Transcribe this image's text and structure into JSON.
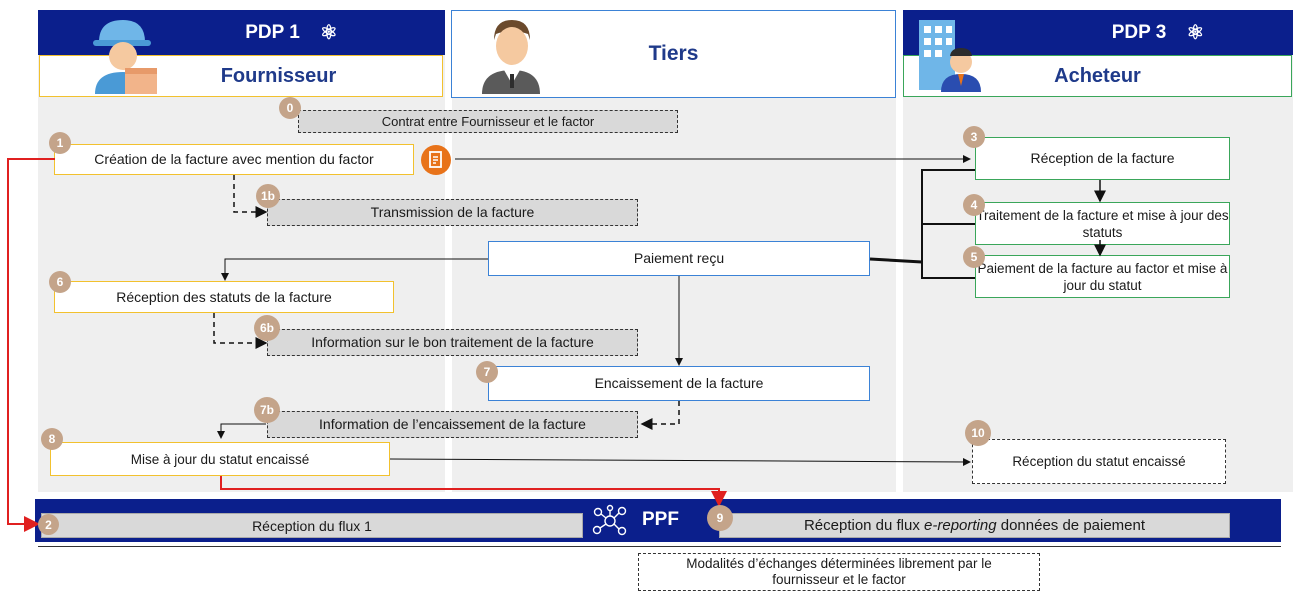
{
  "columns": {
    "left": {
      "header": "PDP 1",
      "role": "Fournisseur"
    },
    "middle": {
      "role": "Tiers"
    },
    "right": {
      "header": "PDP 3",
      "role": "Acheteur"
    }
  },
  "steps": {
    "s0": {
      "num": "0",
      "text": "Contrat entre Fournisseur et le factor"
    },
    "s1": {
      "num": "1",
      "text": "Création de la facture avec mention du factor"
    },
    "s1b": {
      "num": "1b",
      "text": "Transmission de la facture"
    },
    "s3": {
      "num": "3",
      "text": "Réception de la facture"
    },
    "s4": {
      "num": "4",
      "text": "Traitement de la facture et mise à jour des statuts"
    },
    "s5": {
      "num": "5",
      "text": "Paiement de la facture au factor et mise à jour du statut"
    },
    "pay": {
      "text": "Paiement reçu"
    },
    "s6": {
      "num": "6",
      "text": "Réception des statuts de la facture"
    },
    "s6b": {
      "num": "6b",
      "text": "Information sur le bon traitement de la facture"
    },
    "s7": {
      "num": "7",
      "text": "Encaissement de la facture"
    },
    "s7b": {
      "num": "7b",
      "text": "Information de l’encaissement de la facture"
    },
    "s8": {
      "num": "8",
      "text": "Mise à jour du statut encaissé"
    },
    "s10": {
      "num": "10",
      "text": "Réception du statut encaissé"
    },
    "s2": {
      "num": "2",
      "text": "Réception du flux 1"
    },
    "s9": {
      "num": "9",
      "text_before": "Réception du flux ",
      "text_em": "e-reporting",
      "text_after": " données de paiement"
    }
  },
  "ppf": {
    "label": "PPF"
  },
  "note": {
    "text": "Modalités d’échanges déterminées librement par le fournisseur et le factor"
  },
  "colors": {
    "navy": "#0b1f8c",
    "step_badge": "#c4a48a",
    "red_flow": "#e02020",
    "doc_icon": "#e8731a"
  },
  "icons": [
    "atom-icon",
    "supplier-person-icon",
    "third-party-person-icon",
    "buyer-person-icon",
    "document-icon",
    "network-icon"
  ]
}
